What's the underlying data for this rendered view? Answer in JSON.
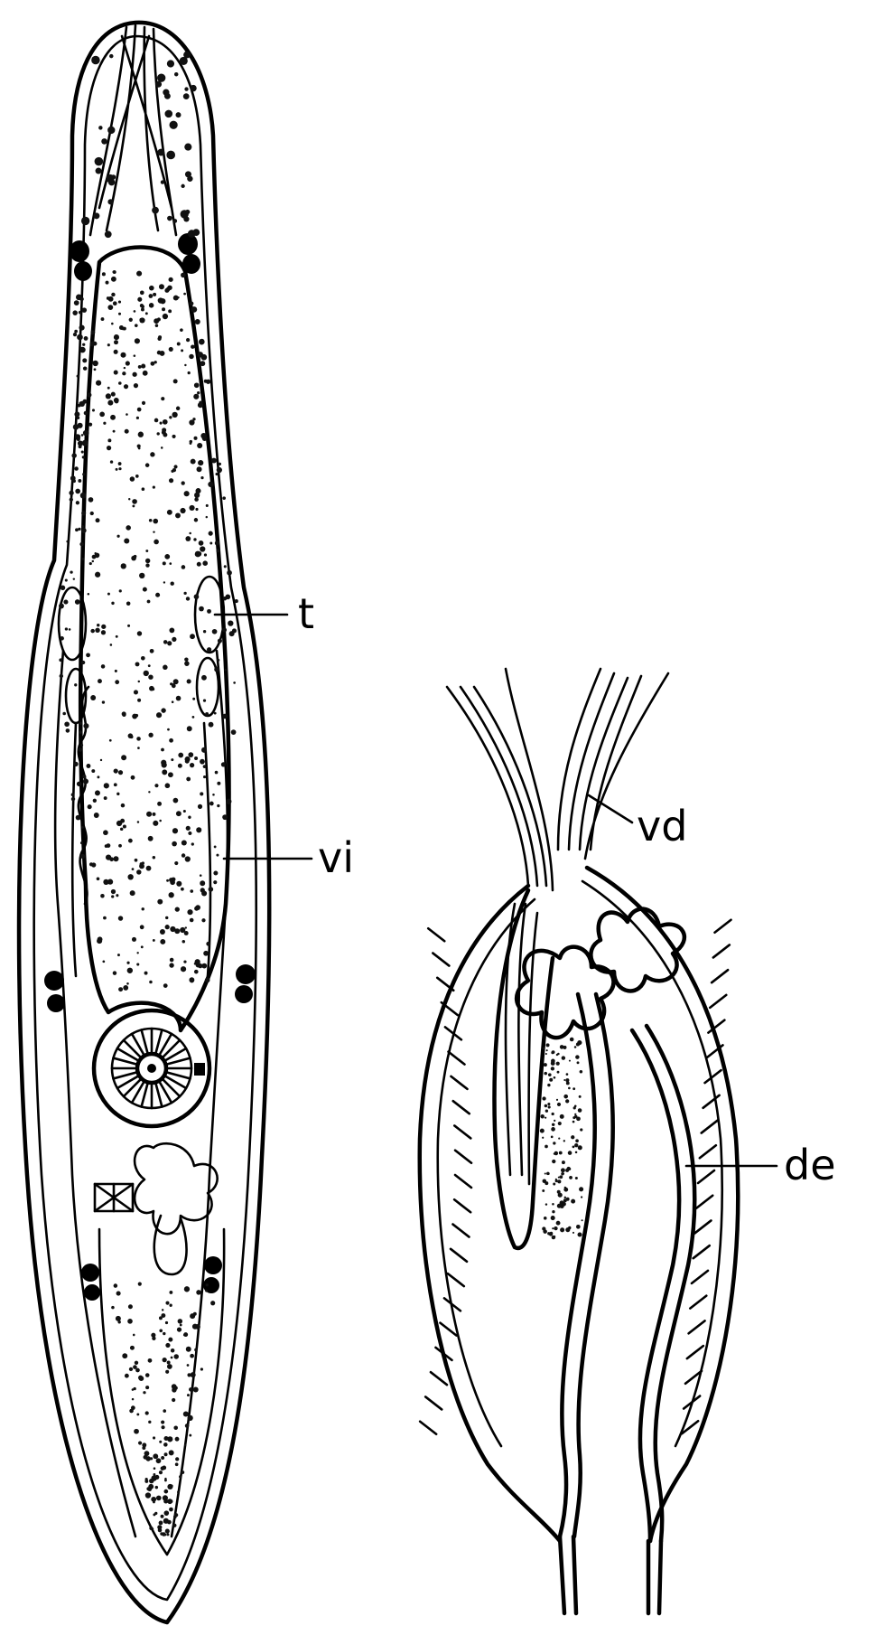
{
  "labels": {
    "t": "t",
    "vi": "vi",
    "vd": "vd",
    "de": "de"
  },
  "colors": {
    "ink": "#000000",
    "paper": "#ffffff"
  }
}
